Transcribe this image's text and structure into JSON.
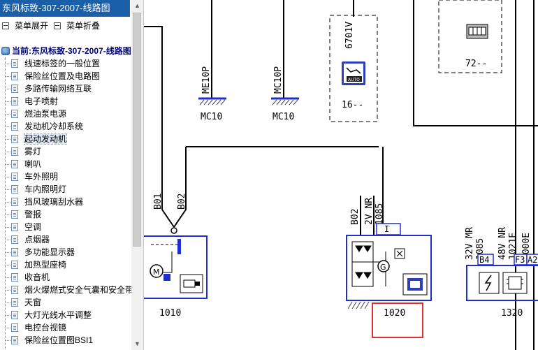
{
  "left_panel": {
    "title": "东风标致-307-2007-线路图",
    "toolbar": {
      "expand": "菜单展开",
      "collapse": "菜单折叠"
    },
    "tree_root": "当前:东风标致-307-2007-线路图",
    "tree_items": [
      {
        "label": "线速标签的一般位置"
      },
      {
        "label": "保险丝位置及电路图"
      },
      {
        "label": "多路传输网络互联"
      },
      {
        "label": "电子喷射"
      },
      {
        "label": "燃油泵电源"
      },
      {
        "label": "发动机冷却系统"
      },
      {
        "label": "起动发动机",
        "selected": true
      },
      {
        "label": "雾灯"
      },
      {
        "label": "喇叭"
      },
      {
        "label": "车外照明"
      },
      {
        "label": "车内照明灯"
      },
      {
        "label": "挡风玻璃刮水器"
      },
      {
        "label": "警报"
      },
      {
        "label": "空调"
      },
      {
        "label": "点烟器"
      },
      {
        "label": "多功能显示器"
      },
      {
        "label": "加热型座椅"
      },
      {
        "label": "收音机"
      },
      {
        "label": "烟火爆燃式安全气囊和安全带"
      },
      {
        "label": "天窗"
      },
      {
        "label": "大灯光线水平调整"
      },
      {
        "label": "电控台视镜"
      },
      {
        "label": "保险丝位置图BSI1"
      }
    ]
  },
  "diagram": {
    "grounds": [
      {
        "pin": "ME10P",
        "code": "MC10"
      },
      {
        "pin": "MC10P",
        "code": "MC10"
      }
    ],
    "relay_box": {
      "wire": "6701V",
      "code": "16--"
    },
    "top_right_code": "72--",
    "wires_left": [
      "B01",
      "B02"
    ],
    "wires_mid": [
      "B02",
      "2V NR",
      "1085"
    ],
    "wires_right": [
      "32V MR",
      "1085",
      "48V NR",
      "1021E",
      "9000E"
    ],
    "connector_pin": "I",
    "component_codes": [
      "1010",
      "1020",
      "1320"
    ],
    "pin_labels": [
      "B4",
      "F3",
      "A2"
    ]
  }
}
